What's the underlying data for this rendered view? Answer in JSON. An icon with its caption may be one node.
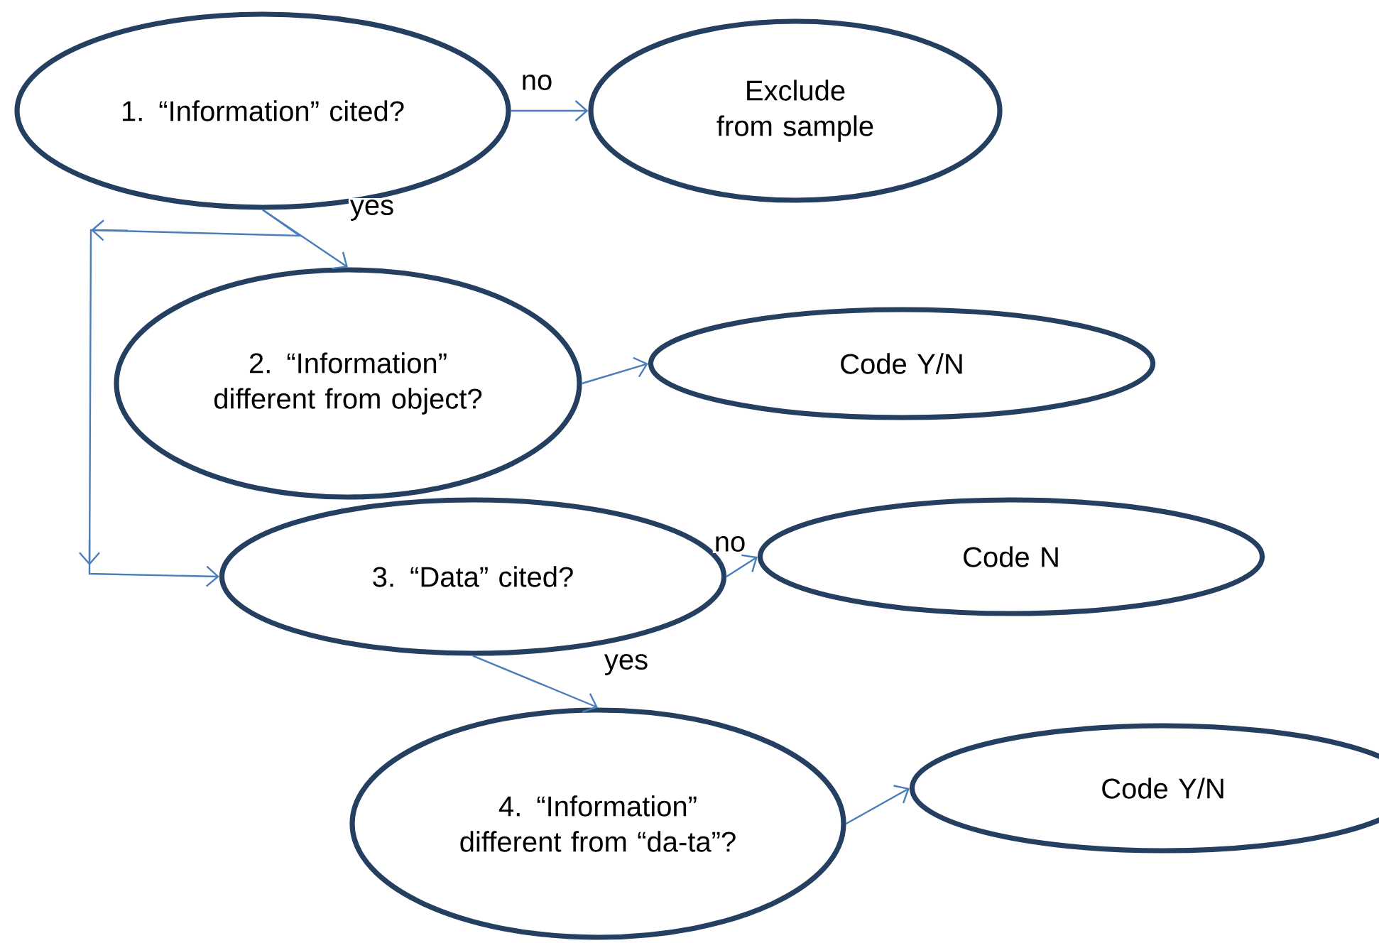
{
  "diagram": {
    "nodes": [
      {
        "text": [
          "1. “Information” cited?"
        ]
      },
      {
        "text": [
          "Exclude from sample"
        ]
      },
      {
        "text": [
          "2. “Information” different from object?"
        ]
      },
      {
        "text": [
          "Code Y/N"
        ]
      },
      {
        "text": [
          "3. “Data” cited?"
        ]
      },
      {
        "text": [
          "Code N"
        ]
      },
      {
        "text": [
          "4. “Information” different from “da-ta”?"
        ]
      },
      {
        "text": [
          "Code Y/N"
        ]
      }
    ],
    "edges": [
      {
        "from": 0,
        "to": 1,
        "arrow": "to",
        "label": "no"
      },
      {
        "from": 0,
        "to": 2,
        "arrow": "to",
        "label": "yes"
      },
      {
        "from": 0,
        "to": 4,
        "arrow": "to"
      },
      {
        "from": 2,
        "to": 3,
        "arrow": "to"
      },
      {
        "from": 4,
        "to": 5,
        "arrow": "to",
        "label": "no"
      },
      {
        "from": 4,
        "to": 6,
        "arrow": "to",
        "label": "yes"
      },
      {
        "from": 6,
        "to": 7,
        "arrow": "to"
      }
    ]
  }
}
